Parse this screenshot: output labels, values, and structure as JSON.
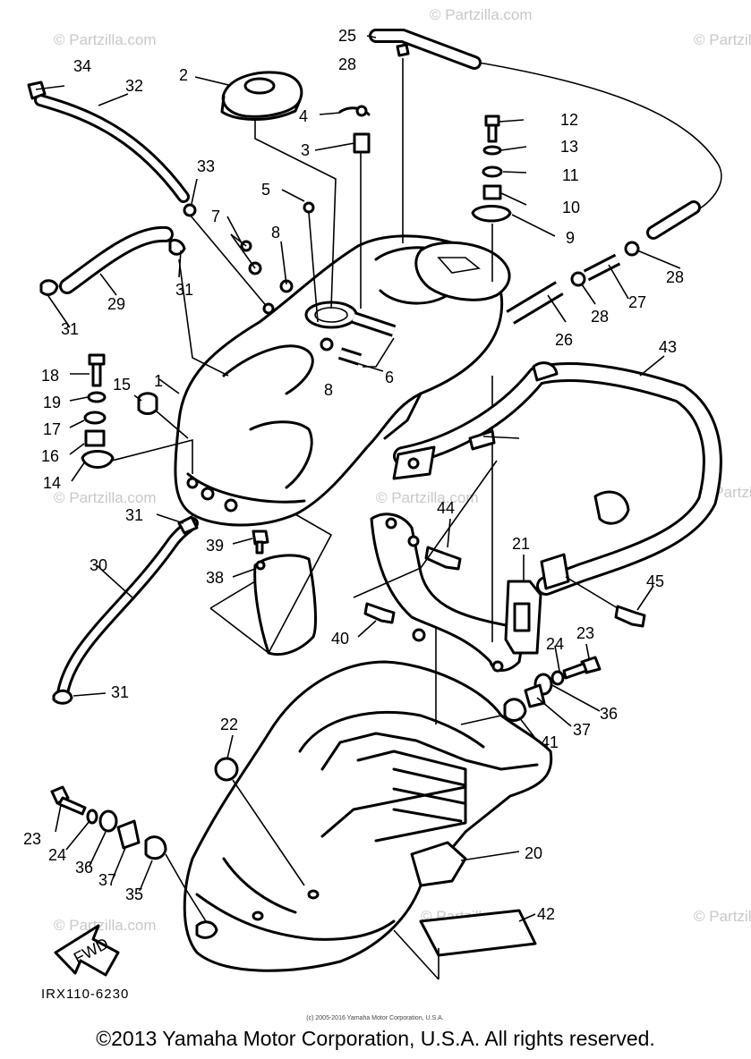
{
  "watermark": "© Partzilla.com",
  "callouts": [
    "1",
    "2",
    "3",
    "4",
    "5",
    "6",
    "7",
    "8",
    "8",
    "9",
    "10",
    "11",
    "12",
    "13",
    "14",
    "15",
    "16",
    "17",
    "18",
    "19",
    "20",
    "21",
    "22",
    "23",
    "23",
    "24",
    "24",
    "25",
    "26",
    "27",
    "28",
    "28",
    "28",
    "29",
    "30",
    "31",
    "31",
    "31",
    "31",
    "32",
    "33",
    "34",
    "35",
    "36",
    "36",
    "37",
    "37",
    "38",
    "39",
    "40",
    "41",
    "42",
    "43",
    "44",
    "45"
  ],
  "fwd_label": "FWD",
  "diagram_code": "IRX110-6230",
  "subcopyright": "(c) 2005-2016 Yamaha Motor Corporation, U.S.A.",
  "copyright": "©2013 Yamaha Motor Corporation, U.S.A. All rights reserved."
}
